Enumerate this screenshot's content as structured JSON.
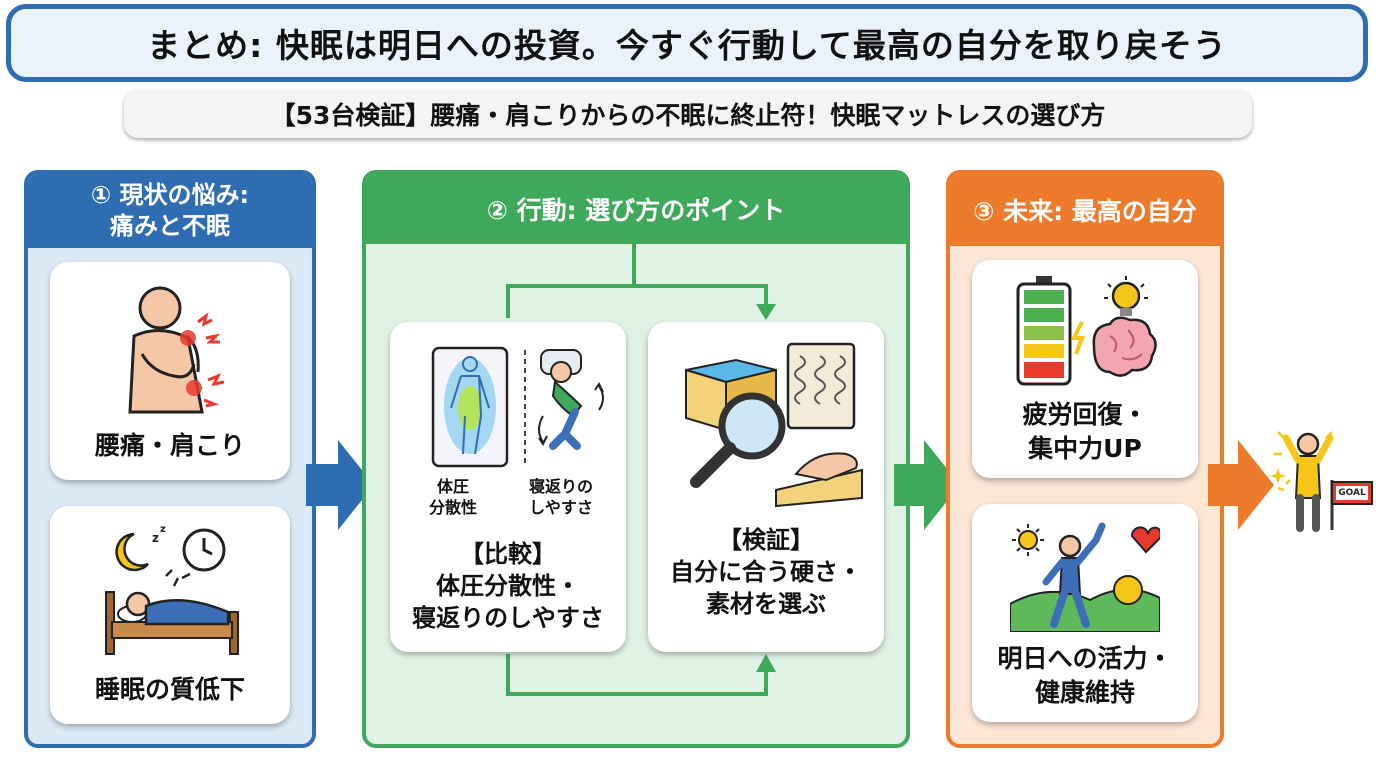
{
  "header": {
    "title": "まとめ: 快眠は明日への投資。今すぐ行動して最高の自分を取り戻そう",
    "subtitle": "【53台検証】腰痛・肩こりからの不眠に終止符！快眠マットレスの選び方"
  },
  "colors": {
    "blue": "#2f6db3",
    "green": "#3ea85b",
    "orange": "#ee7a2c"
  },
  "problem": {
    "heading_line1": "① 現状の悩み:",
    "heading_line2": "痛みと不眠",
    "cards": [
      {
        "label": "腰痛・肩こり",
        "icon": "back-pain-icon"
      },
      {
        "label": "睡眠の質低下",
        "icon": "insomnia-bed-icon"
      }
    ]
  },
  "action": {
    "heading": "② 行動: 選び方のポイント",
    "compare": {
      "caption_left_line1": "体圧",
      "caption_left_line2": "分散性",
      "caption_right_line1": "寝返りの",
      "caption_right_line2": "しやすさ",
      "label_line1": "【比較】",
      "label_line2": "体圧分散性・",
      "label_line3": "寝返りのしやすさ",
      "icons": [
        "pressure-map-icon",
        "rolling-sleeper-icon"
      ]
    },
    "verify": {
      "label_line1": "【検証】",
      "label_line2": "自分に合う硬さ・",
      "label_line3": "素材を選ぶ",
      "icon": "mattress-magnifier-icon"
    }
  },
  "future": {
    "heading": "③ 未来: 最高の自分",
    "cards": [
      {
        "label_line1": "疲労回復・",
        "label_line2": "集中力UP",
        "icon": "battery-brain-icon"
      },
      {
        "label_line1": "明日への活力・",
        "label_line2": "健康維持",
        "icon": "energetic-person-icon"
      }
    ]
  },
  "goal": {
    "flag_text": "GOAL",
    "icon": "goal-person-icon"
  }
}
